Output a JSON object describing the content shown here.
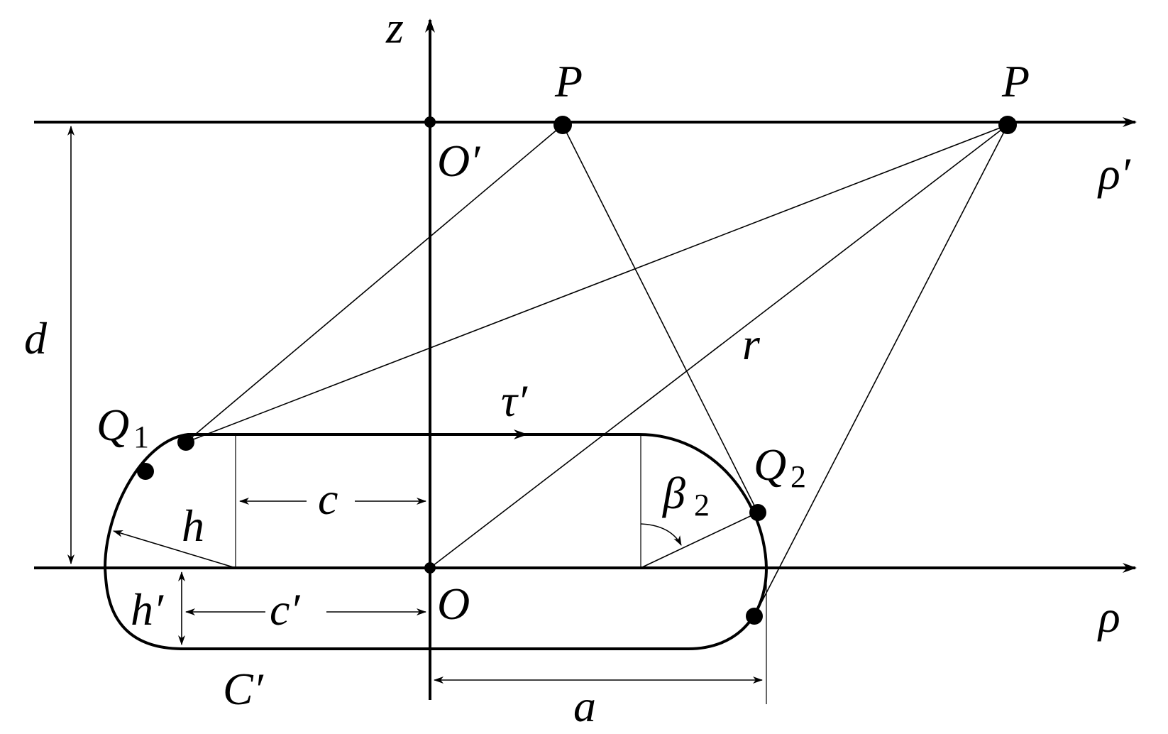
{
  "labels": {
    "z_axis": "z",
    "rho_prime_axis": "ρ′",
    "rho_axis": "ρ",
    "origin_prime": "O′",
    "origin": "O",
    "point_p1": "P",
    "point_p2": "P",
    "q1_letter": "Q",
    "q1_sub": "1",
    "q2_letter": "Q",
    "q2_sub": "2",
    "distance_d": "d",
    "distance_r": "r",
    "tangent_tau": "τ′",
    "height_h": "h",
    "height_h_prime": "h′",
    "length_c": "c",
    "length_c_prime": "c′",
    "length_a": "a",
    "angle_beta_letter": "β",
    "angle_beta_sub": "2",
    "contour": "C′"
  },
  "colors": {
    "ink": "#000000",
    "background": "#ffffff"
  }
}
